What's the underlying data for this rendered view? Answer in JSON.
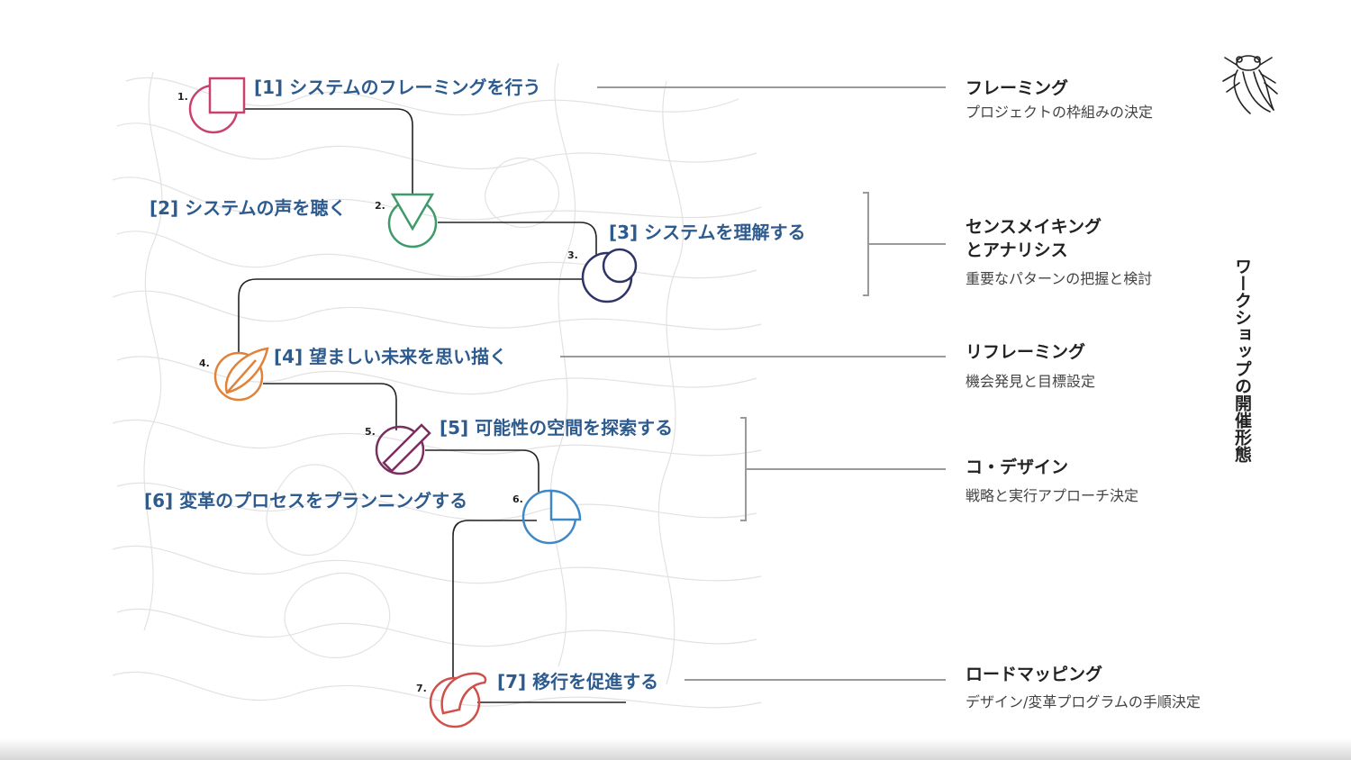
{
  "steps": [
    {
      "num": "1.",
      "label": "[1] システムのフレーミングを行う",
      "color": "#c8426e",
      "icon": "square-circle-icon"
    },
    {
      "num": "2.",
      "label": "[2] システムの声を聴く",
      "color": "#3e9a6a",
      "icon": "triangle-circle-icon"
    },
    {
      "num": "3.",
      "label": "[3] システムを理解する",
      "color": "#2f3466",
      "icon": "double-circle-icon"
    },
    {
      "num": "4.",
      "label": "[4] 望ましい未来を思い描く",
      "color": "#e0823a",
      "icon": "leaf-circle-icon"
    },
    {
      "num": "5.",
      "label": "[5] 可能性の空間を探索する",
      "color": "#7a2f5e",
      "icon": "slash-circle-icon"
    },
    {
      "num": "6.",
      "label": "[6] 変革のプロセスをプランニングする",
      "color": "#3f88c7",
      "icon": "quarter-circle-icon"
    },
    {
      "num": "7.",
      "label": "[7] 移行を促進する",
      "color": "#d0504a",
      "icon": "wave-circle-icon"
    }
  ],
  "phases": [
    {
      "title": "フレーミング",
      "subtitle": "プロジェクトの枠組みの決定"
    },
    {
      "title_line1": "センスメイキング",
      "title_line2": "とアナリシス",
      "subtitle": "重要なパターンの把握と検討"
    },
    {
      "title": "リフレーミング",
      "subtitle": "機会発見と目標設定"
    },
    {
      "title": "コ・デザイン",
      "subtitle": "戦略と実行アプローチ決定"
    },
    {
      "title": "ロードマッピング",
      "subtitle": "デザイン/変革プログラムの手順決定"
    }
  ],
  "side_title": "ワークショップの開催形態",
  "logo": "cicada-logo-icon"
}
